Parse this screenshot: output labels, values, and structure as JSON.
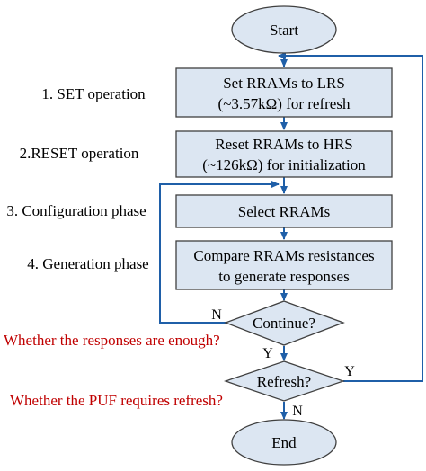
{
  "colors": {
    "box_fill": "#dce6f2",
    "box_stroke": "#404040",
    "arrow": "#1f5fa8",
    "note": "#c00000"
  },
  "nodes": {
    "start": "Start",
    "set_line1": "Set RRAMs to LRS",
    "set_line2": "(~3.57kΩ) for refresh",
    "reset_line1": "Reset RRAMs to HRS",
    "reset_line2": "(~126kΩ) for initialization",
    "select": "Select RRAMs",
    "compare_line1": "Compare RRAMs resistances",
    "compare_line2": "to generate responses",
    "continue": "Continue?",
    "refresh": "Refresh?",
    "end": "End"
  },
  "phase_labels": {
    "set": "1. SET operation",
    "reset": "2.RESET operation",
    "config": "3. Configuration phase",
    "generation": "4. Generation phase"
  },
  "notes": {
    "continue_question": "Whether the responses are enough?",
    "refresh_question": "Whether the PUF requires refresh?"
  },
  "branches": {
    "continue_no": "N",
    "continue_yes": "Y",
    "refresh_yes": "Y",
    "refresh_no": "N"
  }
}
